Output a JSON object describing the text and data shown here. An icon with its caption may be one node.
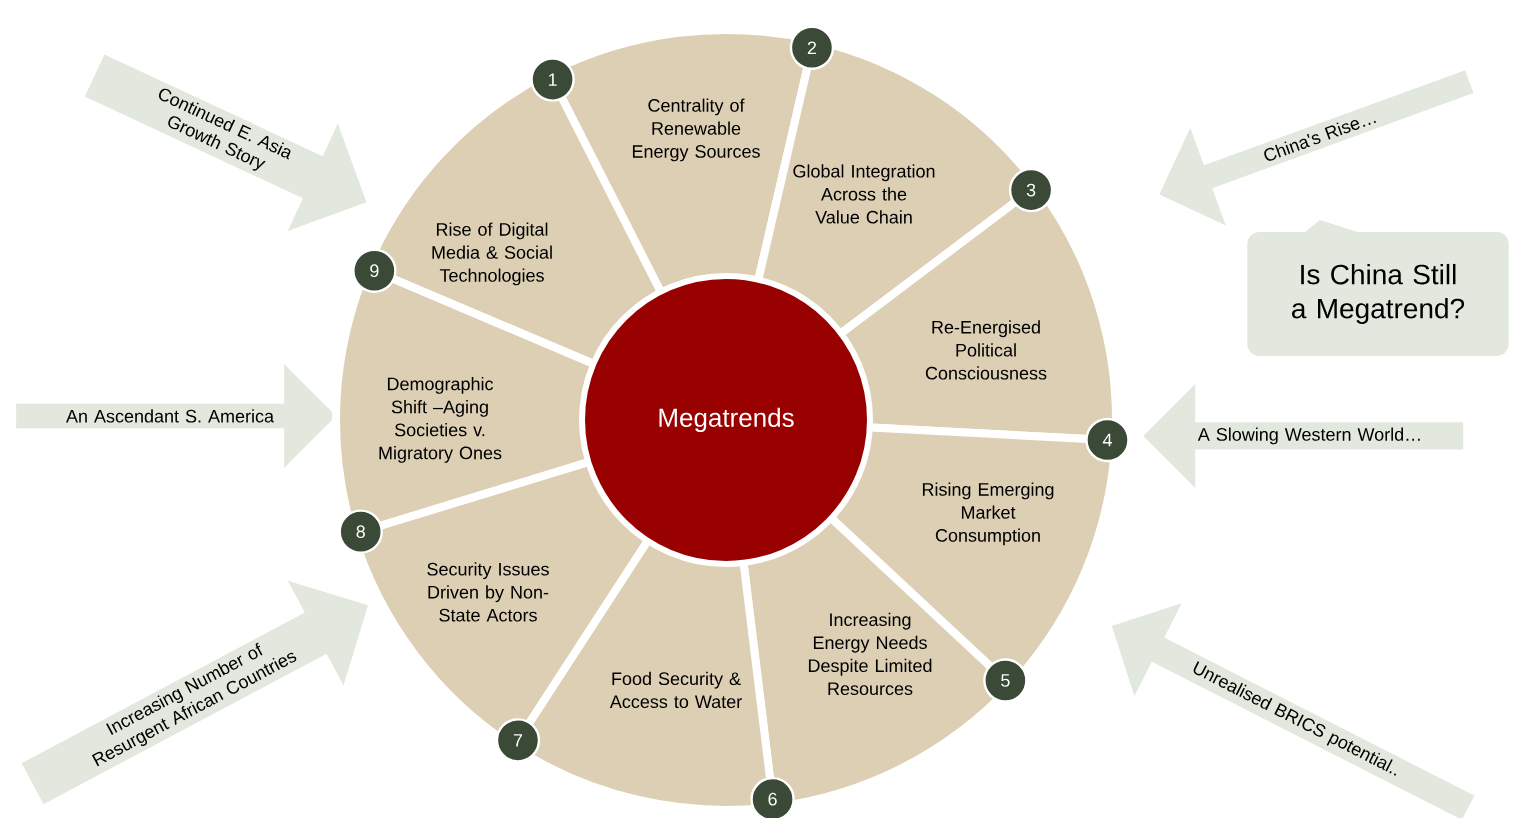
{
  "diagram": {
    "nodes": [
      {
        "text": [
          "Megatrends"
        ]
      },
      {
        "text": [
          "Centrality of Renewable Energy Sources"
        ]
      },
      {
        "text": [
          "Global Integration Across the Value Chain"
        ]
      },
      {
        "text": [
          "Re-Energised Political Consciousness"
        ]
      },
      {
        "text": [
          "Rising Emerging Market Consumption"
        ]
      },
      {
        "text": [
          "Increasing Energy Needs Despite Limited Resources"
        ]
      },
      {
        "text": [
          "Food Security & Access to Water"
        ]
      },
      {
        "text": [
          "Security Issues Driven by Non-State Actors"
        ]
      },
      {
        "text": [
          "Demographic Shift –Aging Societies v. Migratory Ones"
        ]
      },
      {
        "text": [
          "Rise of Digital Media & Social Technologies"
        ]
      },
      {
        "text": [
          "Continued E. Asia Growth Story"
        ]
      },
      {
        "text": [
          "China's Rise…"
        ]
      },
      {
        "text": [
          "Is China Still a Megatrend?"
        ]
      },
      {
        "text": [
          "An Ascendant S. America"
        ]
      },
      {
        "text": [
          "A Slowing Western World…"
        ]
      },
      {
        "text": [
          "Increasing Number of Resurgent African Countries"
        ]
      },
      {
        "text": [
          "Unrealised BRICS potential.."
        ]
      },
      {
        "text": [
          "1"
        ]
      },
      {
        "text": [
          "2"
        ]
      },
      {
        "text": [
          "3"
        ]
      },
      {
        "text": [
          "4"
        ]
      },
      {
        "text": [
          "5"
        ]
      },
      {
        "text": [
          "6"
        ]
      },
      {
        "text": [
          "7"
        ]
      },
      {
        "text": [
          "8"
        ]
      },
      {
        "text": [
          "9"
        ]
      }
    ]
  }
}
